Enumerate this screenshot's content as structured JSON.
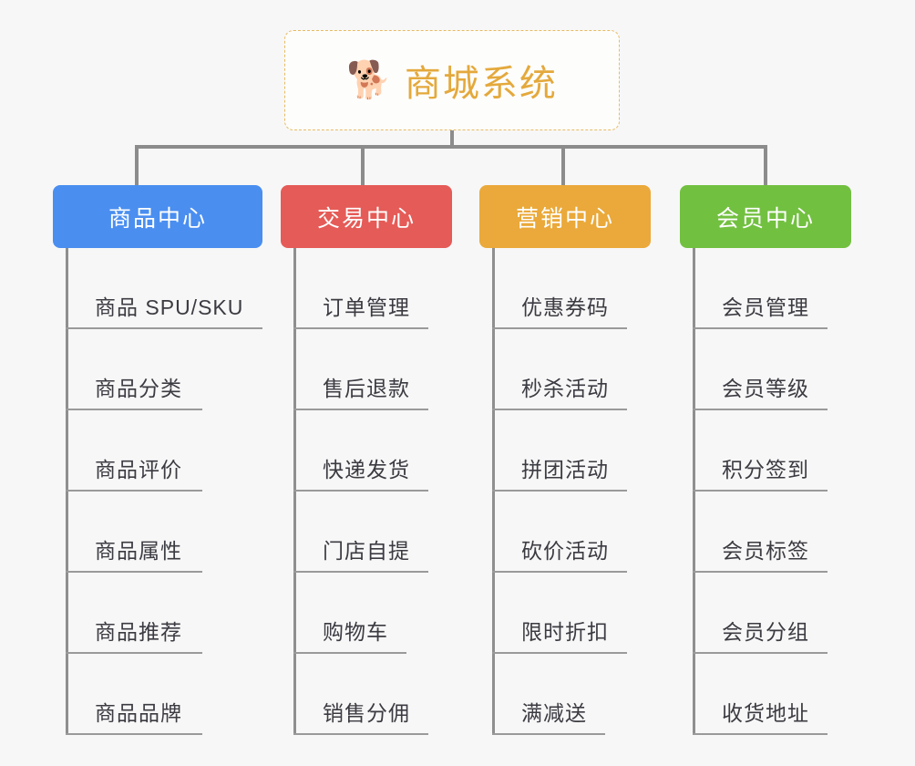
{
  "root": {
    "icon": "shiba-dog-emoji",
    "icon_glyph": "🐕",
    "title": "商城系统",
    "title_color": "#e4a93c",
    "border_color": "#e8bb63"
  },
  "connector_color": "#8c8c8c",
  "background_color": "#f7f7f7",
  "branches": [
    {
      "label": "商品中心",
      "color": "#4a8ef0",
      "items": [
        "商品 SPU/SKU",
        "商品分类",
        "商品评价",
        "商品属性",
        "商品推荐",
        "商品品牌"
      ]
    },
    {
      "label": "交易中心",
      "color": "#e55b57",
      "items": [
        "订单管理",
        "售后退款",
        "快递发货",
        "门店自提",
        "购物车",
        "销售分佣"
      ]
    },
    {
      "label": "营销中心",
      "color": "#eaa93a",
      "items": [
        "优惠券码",
        "秒杀活动",
        "拼团活动",
        "砍价活动",
        "限时折扣",
        "满减送"
      ]
    },
    {
      "label": "会员中心",
      "color": "#72c040",
      "items": [
        "会员管理",
        "会员等级",
        "积分签到",
        "会员标签",
        "会员分组",
        "收货地址"
      ]
    }
  ]
}
